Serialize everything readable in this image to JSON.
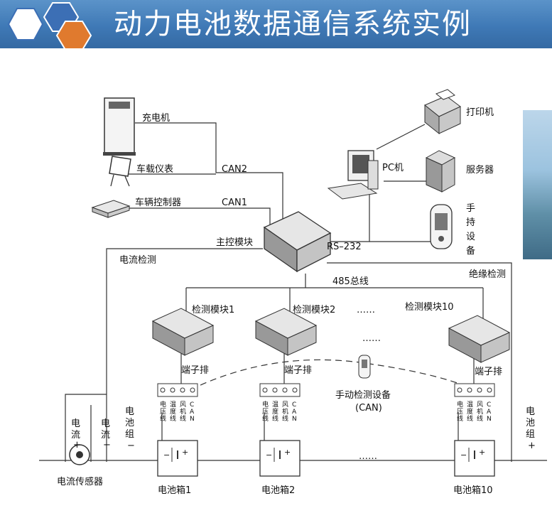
{
  "header": {
    "title": "动力电池数据通信系统实例"
  },
  "labels": {
    "charger": "充电机",
    "dashboard": "车载仪表",
    "vehicle_controller": "车辆控制器",
    "can2": "CAN2",
    "can1": "CAN1",
    "master_module": "主控模块",
    "rs232": "RS–232",
    "pc": "PC机",
    "printer": "打印机",
    "server": "服务器",
    "handheld": [
      "手",
      "持",
      "设",
      "备"
    ],
    "current_detect": "电流检测",
    "insulation_detect": "绝缘检测",
    "bus485": "485总线",
    "detect_module_1": "检测模块1",
    "detect_module_2": "检测模块2",
    "detect_module_10": "检测模块10",
    "ellipsis": "……",
    "terminal_block": "端子排",
    "manual_device": "手动检测设备",
    "manual_device_can": "(CAN)",
    "wire_labels": [
      [
        "电",
        "压",
        "线"
      ],
      [
        "温",
        "度",
        "线"
      ],
      [
        "风",
        "机",
        "线"
      ],
      [
        "C",
        "A",
        "N"
      ]
    ],
    "current_plus": [
      "电",
      "流",
      "+"
    ],
    "current_minus": [
      "电",
      "流",
      "−"
    ],
    "pack_minus": [
      "电",
      "池",
      "组",
      "−"
    ],
    "pack_plus": [
      "电",
      "池",
      "组",
      "+"
    ],
    "current_sensor": "电流传感器",
    "battery_box_1": "电池箱1",
    "battery_box_2": "电池箱2",
    "battery_box_10": "电池箱10"
  },
  "colors": {
    "header": "#3f79b6",
    "hex_white": "#ffffff",
    "hex_blue": "#3c6fb5",
    "hex_orange": "#e07a2e"
  }
}
